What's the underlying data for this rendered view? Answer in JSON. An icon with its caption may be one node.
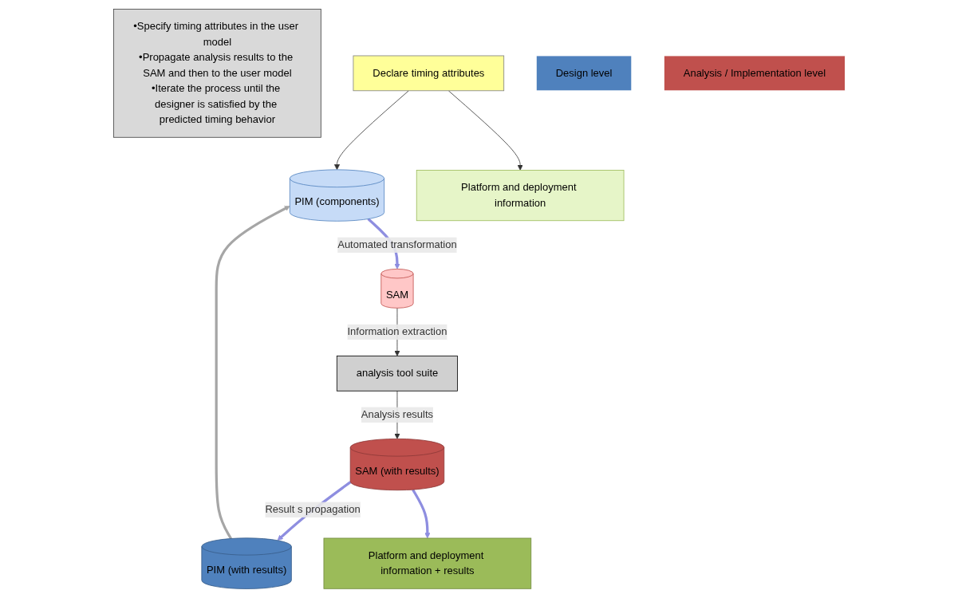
{
  "diagram": {
    "nodes": [
      {
        "text": [
          "•Specify timing attributes in the user model",
          "•Propagate analysis results to the SAM and then to the user model",
          "•Iterate the process until the designer is satisfied by the predicted timing behavior"
        ]
      },
      {
        "text": [
          "Declare timing attributes"
        ]
      },
      {
        "text": [
          "PIM (components)"
        ]
      },
      {
        "text": [
          "Platform and deployment information"
        ]
      },
      {
        "text": [
          "PIM (with results)"
        ]
      },
      {
        "text": [
          "Platform and deployment information + results"
        ]
      },
      {
        "text": [
          "Design level"
        ]
      },
      {
        "text": [
          "SAM"
        ]
      },
      {
        "text": [
          "Analysis / Implementation level"
        ]
      },
      {
        "text": [
          "SAM (with results)"
        ]
      },
      {
        "text": [
          "analysis tool suite"
        ]
      }
    ],
    "edges": [
      {
        "from": 4,
        "to": 2,
        "arrow": "to",
        "style": "thick",
        "color": "#a6a6a6"
      },
      {
        "from": 1,
        "to": 2,
        "arrow": "to"
      },
      {
        "from": 1,
        "to": 3,
        "arrow": "to"
      },
      {
        "from": 2,
        "to": 7,
        "arrow": "to",
        "label": "Automated transformation",
        "style": "thick",
        "color": "#8e8ee0"
      },
      {
        "from": 7,
        "to": 10,
        "arrow": "to",
        "label": "Information extraction"
      },
      {
        "from": 10,
        "to": 9,
        "arrow": "to",
        "label": "Analysis results"
      },
      {
        "from": 9,
        "to": 4,
        "arrow": "to",
        "label": "Result s propagation",
        "style": "thick",
        "color": "#8e8ee0"
      },
      {
        "from": 9,
        "to": 5,
        "arrow": "to",
        "style": "thick",
        "color": "#8e8ee0"
      }
    ]
  }
}
